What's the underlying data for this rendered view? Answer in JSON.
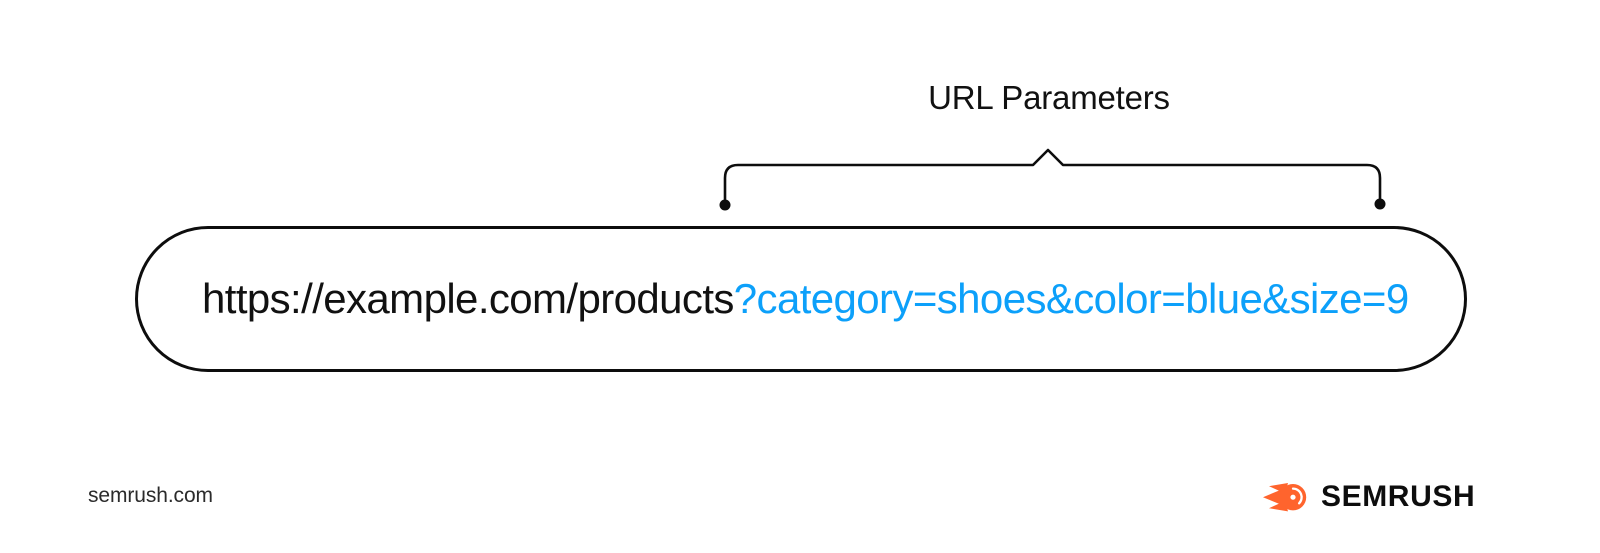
{
  "diagram": {
    "annotation": {
      "label": "URL Parameters"
    },
    "url": {
      "base": "https://example.com/products",
      "parameters": "?category=shoes&color=blue&size=9",
      "full": "https://example.com/products?category=shoes&color=blue&size=9",
      "base_color": "#111111",
      "parameters_color": "#0CA0FA",
      "border_color": "#0d0d0d"
    },
    "brace": {
      "stroke_color": "#0d0d0d",
      "endpoint_dot_color": "#0d0d0d"
    }
  },
  "footer": {
    "domain": "semrush.com",
    "logo": {
      "wordmark": "SEMRUSH",
      "mark_color": "#FF642D",
      "wordmark_color": "#0d0d0d"
    }
  }
}
